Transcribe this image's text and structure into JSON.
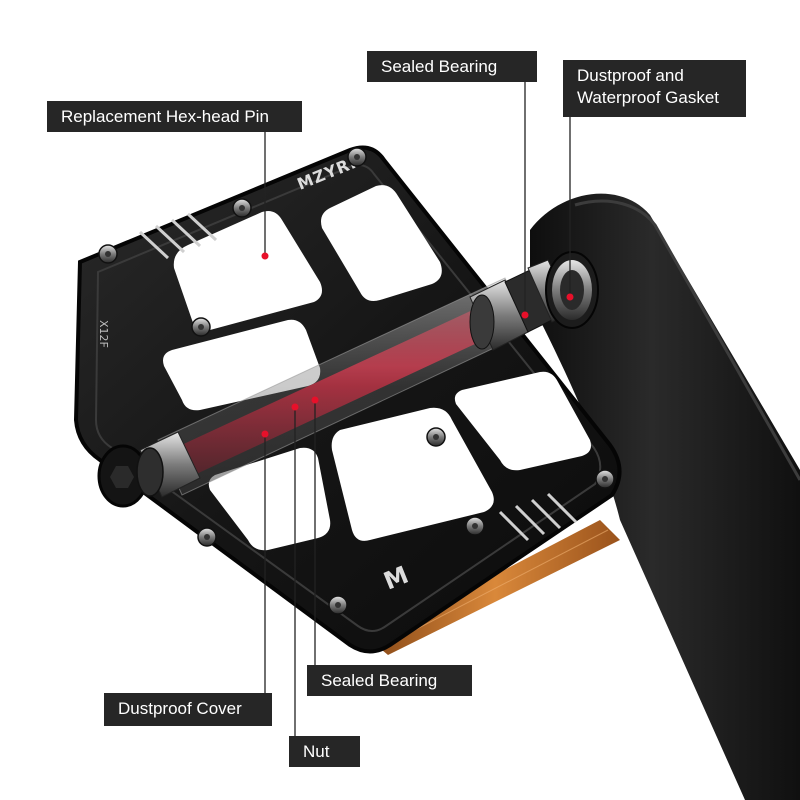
{
  "brand": {
    "logo_text": "MZYRH",
    "model_text": "X12F",
    "emblem_text": "M"
  },
  "labels": {
    "hex_pin": "Replacement Hex-head Pin",
    "sealed_bearing_top": "Sealed Bearing",
    "gasket": "Dustproof and Waterproof Gasket",
    "sealed_bearing_bottom": "Sealed Bearing",
    "dustproof_cover": "Dustproof Cover",
    "nut": "Nut"
  },
  "colors": {
    "label_bg": "#262626",
    "pedal_body": "#151515",
    "axle_red": "#c8102e",
    "marker_dot": "#e8102a",
    "reflector": "#c7742a"
  }
}
